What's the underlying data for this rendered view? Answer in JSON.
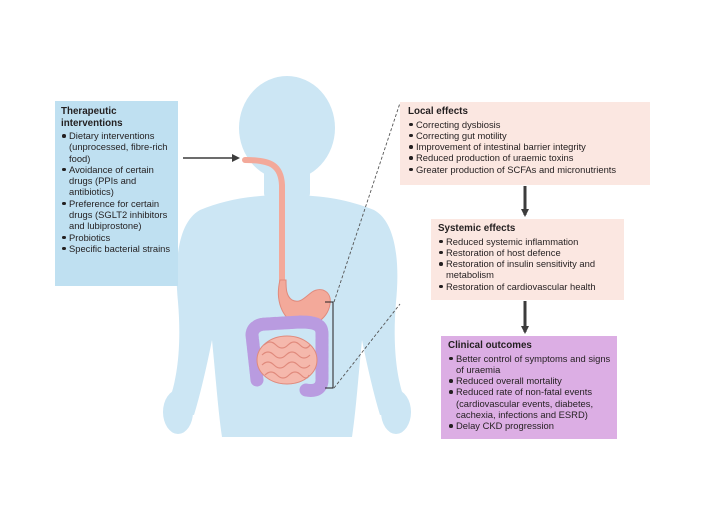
{
  "therapeutic": {
    "title": "Therapeutic interventions",
    "items": [
      "Dietary interventions (unprocessed, fibre-rich food)",
      "Avoidance of certain drugs (PPIs and antibiotics)",
      "Preference for certain drugs (SGLT2 inhibitors and lubiprostone)",
      "Probiotics",
      "Specific bacterial strains"
    ]
  },
  "local": {
    "title": "Local effects",
    "items": [
      "Correcting dysbiosis",
      "Correcting gut motility",
      "Improvement of intestinal barrier integrity",
      "Reduced production of uraemic toxins",
      "Greater production of SCFAs and micronutrients"
    ]
  },
  "systemic": {
    "title": "Systemic effects",
    "items": [
      "Reduced systemic inflammation",
      "Restoration of host defence",
      "Restoration of insulin sensitivity and metabolism",
      "Restoration of cardiovascular health"
    ]
  },
  "clinical": {
    "title": "Clinical outcomes",
    "items": [
      "Better control of symptoms and signs of uraemia",
      "Reduced overall mortality",
      "Reduced rate of non-fatal events (cardiovascular events, diabetes, cachexia, infections and ESRD)",
      "Delay CKD progression"
    ]
  },
  "colors": {
    "body_silhouette": "#cce6f4",
    "therapeutic_box": "#bfe0f1",
    "effects_boxes": "#fbe7e1",
    "clinical_box": "#dcaee4",
    "gut_tube": "#f3a99a",
    "large_intestine": "#b99be0",
    "arrows": "#3c3c3c"
  }
}
